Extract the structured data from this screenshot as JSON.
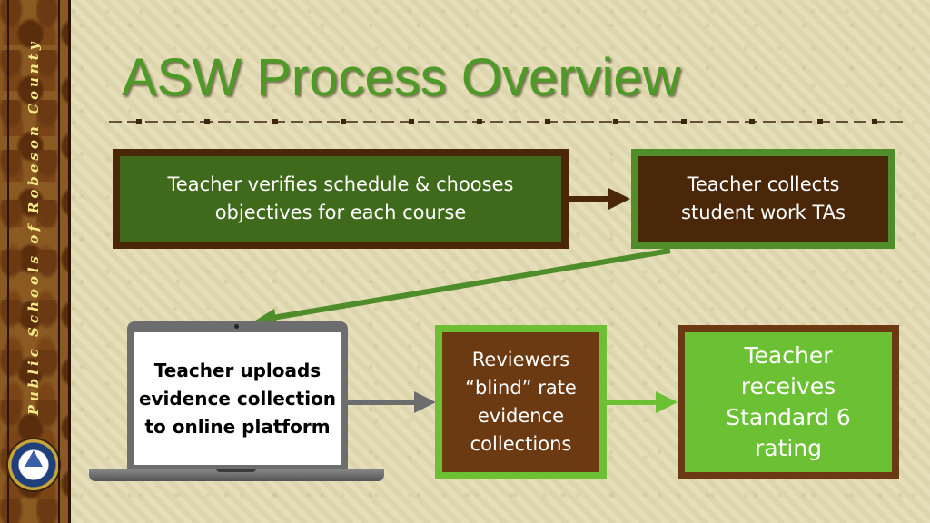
{
  "sidebar": {
    "text": "Public Schools of Robeson County"
  },
  "title": "ASW Process Overview",
  "steps": {
    "verify": "Teacher verifies schedule & chooses objectives for each course",
    "verify_lines": [
      "Teacher verifies schedule & chooses",
      "objectives for each course"
    ],
    "collect_lines": [
      "Teacher collects",
      "student work TAs"
    ],
    "upload_lines": [
      "Teacher uploads",
      "evidence",
      "collection to",
      "online platform"
    ],
    "review_lines": [
      "Reviewers",
      "“blind” rate",
      "evidence",
      "collections"
    ],
    "rating_lines": [
      "Teacher",
      "receives",
      "Standard 6",
      "rating"
    ]
  },
  "colors": {
    "title_green": "#4d9a26",
    "dark_brown": "#4a2708",
    "dark_green": "#3f6a1c",
    "light_green": "#6cc033",
    "mid_green": "#4f8d2a",
    "brown": "#6b3a12",
    "laptop_gray": "#6d6d6d"
  }
}
